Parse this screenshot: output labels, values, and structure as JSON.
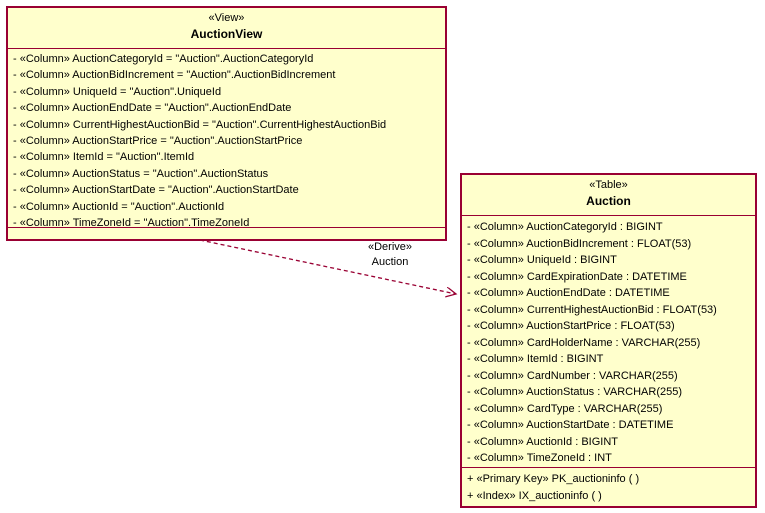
{
  "colors": {
    "entity_fill": "#FFFFCC",
    "entity_border": "#990033",
    "connector": "#990033",
    "text": "#000000",
    "background": "#FFFFFF"
  },
  "view": {
    "stereotype": "«View»",
    "name": "AuctionView",
    "columns": [
      "- «Column» AuctionCategoryId = \"Auction\".AuctionCategoryId",
      "- «Column» AuctionBidIncrement = \"Auction\".AuctionBidIncrement",
      "- «Column» UniqueId = \"Auction\".UniqueId",
      "- «Column» AuctionEndDate = \"Auction\".AuctionEndDate",
      "- «Column» CurrentHighestAuctionBid = \"Auction\".CurrentHighestAuctionBid",
      "- «Column» AuctionStartPrice = \"Auction\".AuctionStartPrice",
      "- «Column» ItemId = \"Auction\".ItemId",
      "- «Column» AuctionStatus = \"Auction\".AuctionStatus",
      "- «Column» AuctionStartDate = \"Auction\".AuctionStartDate",
      "- «Column» AuctionId = \"Auction\".AuctionId",
      "- «Column» TimeZoneId = \"Auction\".TimeZoneId"
    ]
  },
  "table": {
    "stereotype": "«Table»",
    "name": "Auction",
    "columns": [
      "- «Column» AuctionCategoryId : BIGINT",
      "- «Column» AuctionBidIncrement : FLOAT(53)",
      "- «Column» UniqueId : BIGINT",
      "- «Column» CardExpirationDate : DATETIME",
      "- «Column» AuctionEndDate : DATETIME",
      "- «Column» CurrentHighestAuctionBid : FLOAT(53)",
      "- «Column» AuctionStartPrice : FLOAT(53)",
      "- «Column» CardHolderName : VARCHAR(255)",
      "- «Column» ItemId : BIGINT",
      "- «Column» CardNumber : VARCHAR(255)",
      "- «Column» AuctionStatus : VARCHAR(255)",
      "- «Column» CardType : VARCHAR(255)",
      "- «Column» AuctionStartDate : DATETIME",
      "- «Column» AuctionId : BIGINT",
      "- «Column» TimeZoneId : INT"
    ],
    "keys": [
      "+ «Primary Key» PK_auctioninfo ( )",
      "+ «Index» IX_auctioninfo ( )"
    ]
  },
  "connector": {
    "stereotype": "«Derive»",
    "label": "Auction"
  }
}
